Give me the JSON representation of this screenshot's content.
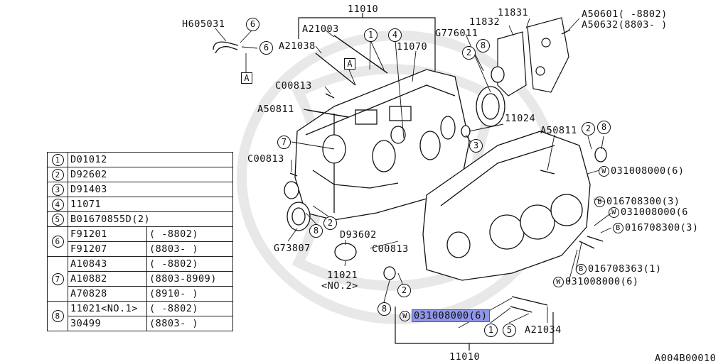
{
  "title_part": "11010",
  "bottom_part": "11010",
  "figure_code": "A004B00010",
  "box_A": "A",
  "highlighted_label": "031008000(6)",
  "labels": {
    "h605031": "H605031",
    "a21003": "A21003",
    "a21038": "A21038",
    "c00813_top": "C00813",
    "a50811_left": "A50811",
    "c00813_mid": "C00813",
    "g73807": "G73807",
    "d93602": "D93602",
    "c00813_low": "C00813",
    "n11021": "11021",
    "n11021_sub": "<NO.2>",
    "n11070": "11070",
    "n11832": "11832",
    "n11831": "11831",
    "g776011": "G776011",
    "a50601": "A50601(  -8802)",
    "a50632": "A50632(8803-  )",
    "n11024": "11024",
    "a50811_right": "A50811",
    "w031_1": "031008000(6)",
    "b016_1": "016708300(3)",
    "w031_2": "031008000(6",
    "b016_2": "016708300(3)",
    "b016_3": "016708363(1)",
    "w031_3": "031008000(6)",
    "a21034": "A21034"
  },
  "callouts": [
    "1",
    "2",
    "3",
    "4",
    "5",
    "6",
    "7",
    "8"
  ],
  "legend": [
    {
      "num": "1",
      "code": "D01012",
      "range": ""
    },
    {
      "num": "2",
      "code": "D92602",
      "range": ""
    },
    {
      "num": "3",
      "code": "D91403",
      "range": ""
    },
    {
      "num": "4",
      "code": "11071",
      "range": ""
    },
    {
      "num": "5",
      "code": "B01670855D(2)",
      "range": ""
    },
    {
      "num": "6",
      "code": "F91201",
      "range": "(  -8802)"
    },
    {
      "num": "",
      "code": "F91207",
      "range": "(8803-  )"
    },
    {
      "num": "7",
      "code": "A10843",
      "range": "(  -8802)"
    },
    {
      "num": "",
      "code": "A10882",
      "range": "(8803-8909)"
    },
    {
      "num": "",
      "code": "A70828",
      "range": "(8910-  )"
    },
    {
      "num": "8",
      "code": "11021<NO.1>",
      "range": "(  -8802)"
    },
    {
      "num": "",
      "code": "30499",
      "range": "(8803-  )"
    }
  ],
  "colors": {
    "line": "#111111",
    "highlight": "#8f95e8",
    "watermark": "#e6e6e6"
  }
}
